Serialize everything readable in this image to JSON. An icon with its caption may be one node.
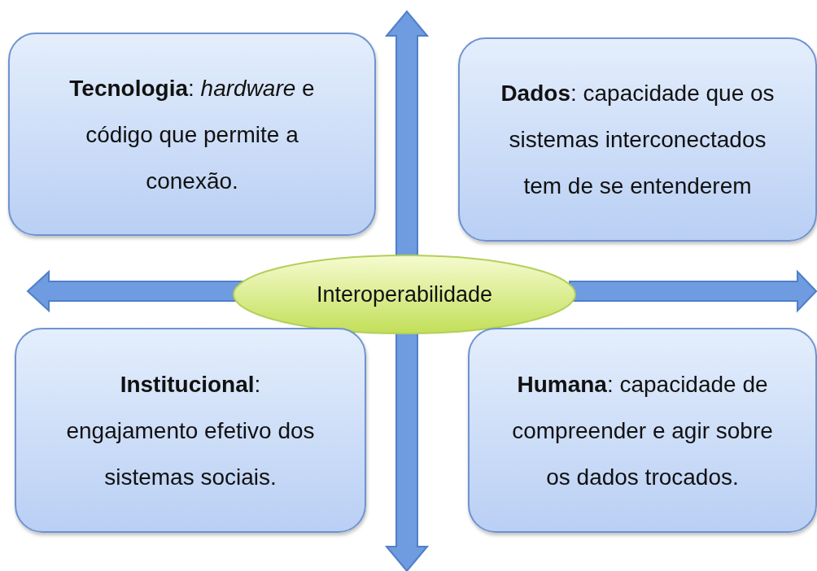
{
  "diagram": {
    "nodes": [
      {
        "text": [
          "**Tecnologia**: *hardware* e código que permite a conexão."
        ]
      },
      {
        "text": [
          "**Dados**: capacidade que os sistemas interconectados tem de se entenderem"
        ]
      },
      {
        "text": [
          "Interoperabilidade"
        ]
      },
      {
        "text": [
          "**Institucional**: engajamento efetivo dos sistemas sociais."
        ]
      },
      {
        "text": [
          "**Humana**: capacidade de compreender e agir sobre os dados trocados."
        ]
      }
    ]
  }
}
